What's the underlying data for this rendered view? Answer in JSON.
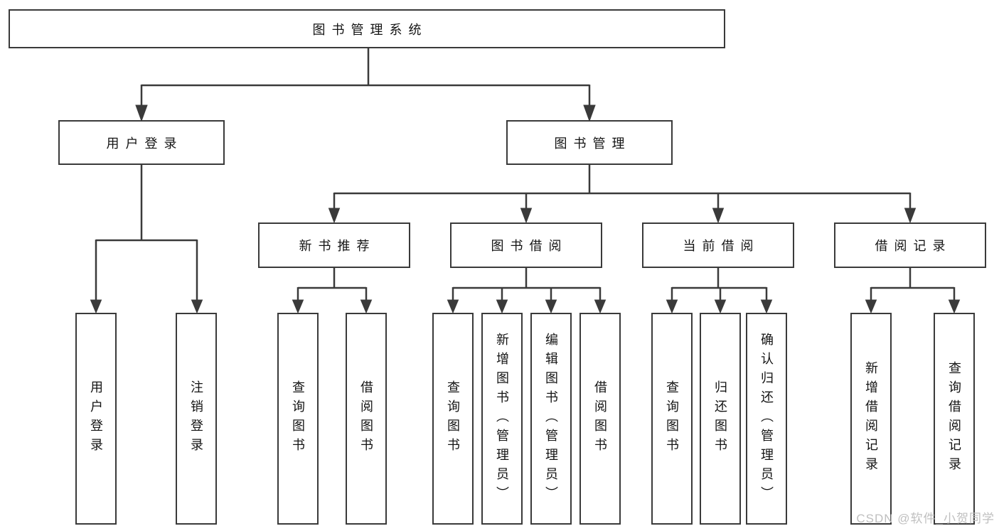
{
  "title": {
    "label": "图书管理系统"
  },
  "level2": {
    "user_login": {
      "label": "用户登录"
    },
    "book_mgmt": {
      "label": "图书管理"
    }
  },
  "level3": {
    "new_books": {
      "label": "新书推荐"
    },
    "book_borrow": {
      "label": "图书借阅"
    },
    "current_borrow": {
      "label": "当前借阅"
    },
    "borrow_records": {
      "label": "借阅记录"
    }
  },
  "leaves": {
    "ul_login": {
      "label": "用户登录"
    },
    "ul_logout": {
      "label": "注销登录"
    },
    "nb_query": {
      "label": "查询图书"
    },
    "nb_borrow": {
      "label": "借阅图书"
    },
    "bb_query": {
      "label": "查询图书"
    },
    "bb_add": {
      "label": "新增图书（管理员）"
    },
    "bb_edit": {
      "label": "编辑图书（管理员）"
    },
    "bb_borrow": {
      "label": "借阅图书"
    },
    "cb_query": {
      "label": "查询图书"
    },
    "cb_return": {
      "label": "归还图书"
    },
    "cb_confirm": {
      "label": "确认归还（管理员）"
    },
    "br_add": {
      "label": "新增借阅记录"
    },
    "br_query": {
      "label": "查询借阅记录"
    }
  },
  "watermark": {
    "label": "CSDN @软件_小贺同学"
  },
  "colors": {
    "line": "#3a3a3a",
    "border": "#3a3a3a",
    "text": "#141414",
    "watermark": "#bfbfbf",
    "background": "#ffffff"
  }
}
